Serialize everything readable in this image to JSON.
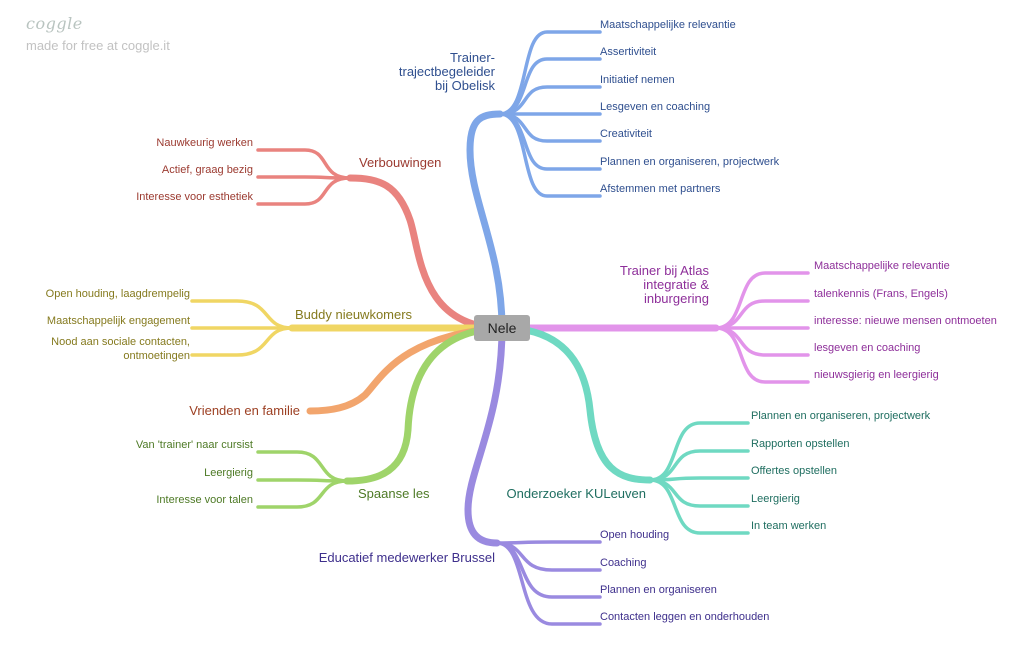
{
  "brand": {
    "logo": "coggle",
    "tagline": "made for free at coggle.it"
  },
  "center": {
    "label": "Nele",
    "color": "#a8a8a8"
  },
  "branches": [
    {
      "id": "trainer-obelisk",
      "label": "Trainer-\ntrajectbegeleider\nbij Obelisk",
      "color": "#7ea6e8",
      "text_color": "#2f4f8f",
      "children": [
        "Maatschappelijke relevantie",
        "Assertiviteit",
        "Initiatief nemen",
        "Lesgeven en coaching",
        "Creativiteit",
        "Plannen en organiseren, projectwerk",
        "Afstemmen met partners"
      ]
    },
    {
      "id": "verbouwingen",
      "label": "Verbouwingen",
      "color": "#e9837f",
      "text_color": "#9b3a30",
      "children": [
        "Nauwkeurig werken",
        "Actief, graag bezig",
        "Interesse voor esthetiek"
      ]
    },
    {
      "id": "buddy",
      "label": "Buddy nieuwkomers",
      "color": "#f0d664",
      "text_color": "#857a1e",
      "children": [
        "Open houding, laagdrempelig",
        "Maatschappelijk engagement",
        "Nood aan sociale contacten,\nontmoetingen"
      ]
    },
    {
      "id": "vrienden",
      "label": "Vrienden en familie",
      "color": "#f2a56d",
      "text_color": "#9c3f22",
      "children": []
    },
    {
      "id": "spaanse",
      "label": "Spaanse les",
      "color": "#9fd46a",
      "text_color": "#4e7a26",
      "children": [
        "Van 'trainer' naar cursist",
        "Leergierig",
        "Interesse voor talen"
      ]
    },
    {
      "id": "educatief",
      "label": "Educatief medewerker Brussel",
      "color": "#9a8ae0",
      "text_color": "#3e2f8c",
      "children": [
        "Open houding",
        "Coaching",
        "Plannen en organiseren",
        "Contacten leggen en onderhouden"
      ]
    },
    {
      "id": "atlas",
      "label": "Trainer bij Atlas\nintegratie &\ninburgering",
      "color": "#e294ea",
      "text_color": "#8e2f9a",
      "children": [
        "Maatschappelijke relevantie",
        "talenkennis (Frans, Engels)",
        "interesse: nieuwe mensen ontmoeten",
        "lesgeven en coaching",
        "nieuwsgierig en leergierig"
      ]
    },
    {
      "id": "kuleuven",
      "label": "Onderzoeker KULeuven",
      "color": "#6fd9c2",
      "text_color": "#1f6e60",
      "children": [
        "Plannen en organiseren, projectwerk",
        "Rapporten opstellen",
        "Offertes opstellen",
        "Leergierig",
        "In team werken"
      ]
    }
  ]
}
